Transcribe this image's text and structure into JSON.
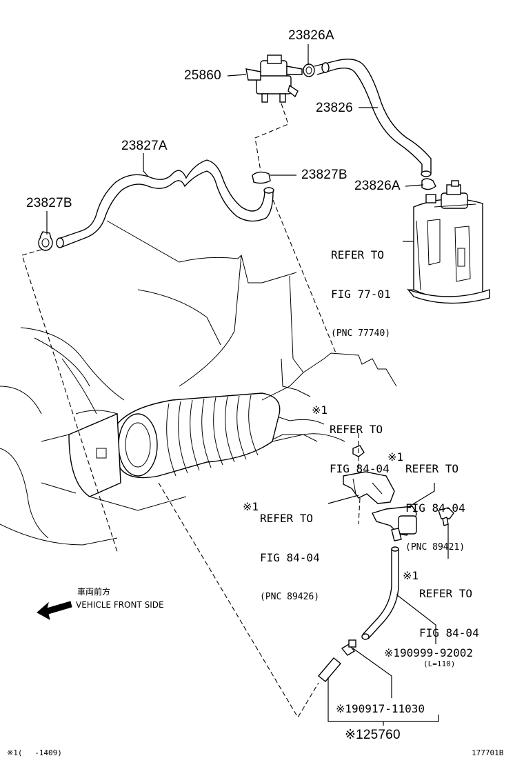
{
  "labels": {
    "pn_23826A_top": "23826A",
    "pn_25860": "25860",
    "pn_23826": "23826",
    "pn_23827A": "23827A",
    "pn_23827B_mid": "23827B",
    "pn_23826A_low": "23826A",
    "pn_23827B_left": "23827B"
  },
  "refs": {
    "canister": {
      "line1": "REFER TO",
      "line2": "FIG 77-01",
      "line3": "(PNC 77740)"
    },
    "engine_fig": {
      "mark": "※1",
      "line1": "REFER TO",
      "line2": "FIG 84-04"
    },
    "bracket_right": {
      "mark": "※1",
      "line1": "REFER TO",
      "line2": "FIG 84-04",
      "line3": "(PNC 89421)"
    },
    "bracket_left": {
      "mark": "※1",
      "line1": "REFER TO",
      "line2": "FIG 84-04",
      "line3": "(PNC 89426)"
    },
    "bolt": {
      "mark": "※1",
      "line1": "REFER TO",
      "line2": "FIG 84-04"
    }
  },
  "hose_labels": {
    "pn_90999": "※190999-92002",
    "length": "(L=110)",
    "pn_90917": "※190917-11030",
    "pn_25760": "※125760"
  },
  "direction": {
    "jp": "車両前方",
    "en": "VEHICLE FRONT SIDE"
  },
  "footer": {
    "note": "※1(　 -1409)",
    "fig_code": "177701B"
  }
}
